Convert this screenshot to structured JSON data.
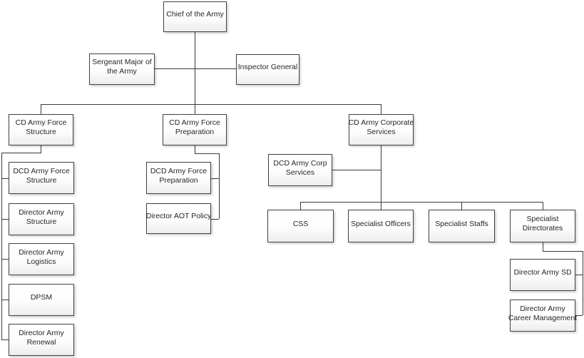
{
  "diagram": {
    "type": "org-chart",
    "colors": {
      "background": "#ffffff",
      "box_border": "#404040",
      "box_fill_top": "#ffffff",
      "box_fill_bottom": "#ededed",
      "connector": "#3a3a3a",
      "text": "#262626"
    },
    "nodes": {
      "chief": {
        "label": "Chief of the Army"
      },
      "sergeant": {
        "label": "Sergeant Major of\nthe Army"
      },
      "inspector": {
        "label": "Inspector General"
      },
      "cd_afs": {
        "label": "CD Army Force\nStructure"
      },
      "cd_afp": {
        "label": "CD Army Force\nPreparation"
      },
      "cd_acs": {
        "label": "CD Army Corporate\nServices"
      },
      "dcd_afs": {
        "label": "DCD Army Force\nStructure"
      },
      "dir_structure": {
        "label": "Director Army\nStructure"
      },
      "dir_logistics": {
        "label": "Director Army\nLogistics"
      },
      "dpsm": {
        "label": "DPSM"
      },
      "dir_renewal": {
        "label": "Director Army\nRenewal"
      },
      "dcd_afp": {
        "label": "DCD Army Force\nPreparation"
      },
      "dir_aot": {
        "label": "Director AOT Policy"
      },
      "dcd_corp": {
        "label": "DCD Army Corp\nServices"
      },
      "css": {
        "label": "CSS"
      },
      "spec_officers": {
        "label": "Specialist Officers"
      },
      "spec_staffs": {
        "label": "Specialist Staffs"
      },
      "spec_dir": {
        "label": "Specialist\nDirectorates"
      },
      "dir_sd": {
        "label": "Director Army SD"
      },
      "dir_career": {
        "label": "Director Army\nCareer Management"
      }
    },
    "hierarchy": {
      "chief": [
        "sergeant",
        "inspector",
        "cd_afs",
        "cd_afp",
        "cd_acs"
      ],
      "cd_afs": [
        "dcd_afs",
        "dir_structure",
        "dir_logistics",
        "dpsm",
        "dir_renewal"
      ],
      "cd_afp": [
        "dcd_afp",
        "dir_aot"
      ],
      "cd_acs": [
        "dcd_corp",
        "css",
        "spec_officers",
        "spec_staffs",
        "spec_dir"
      ],
      "spec_dir": [
        "dir_sd",
        "dir_career"
      ]
    }
  }
}
